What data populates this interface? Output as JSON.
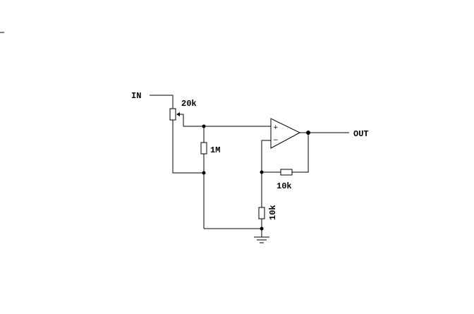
{
  "schematic": {
    "labels": {
      "input": "IN",
      "output": "OUT",
      "potentiometer": "20k",
      "bias_resistor": "1M",
      "feedback_resistor": "10k",
      "ground_resistor": "10k"
    },
    "opamp_pins": {
      "non_inverting": "+",
      "inverting": "−"
    }
  }
}
